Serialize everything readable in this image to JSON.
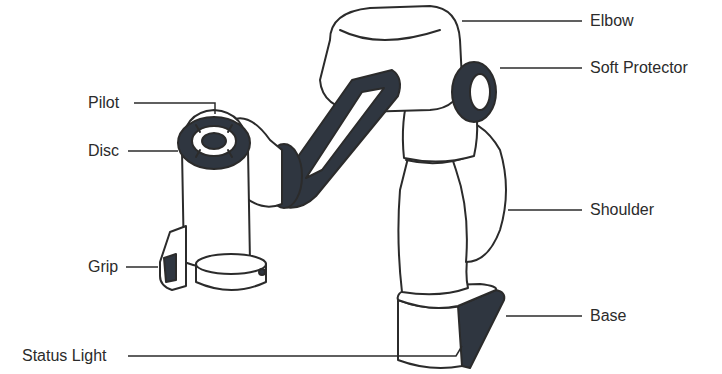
{
  "diagram": {
    "labels": [
      "Elbow",
      "Soft Protector",
      "Pilot",
      "Disc",
      "Shoulder",
      "Grip",
      "Base",
      "Status Light"
    ]
  }
}
